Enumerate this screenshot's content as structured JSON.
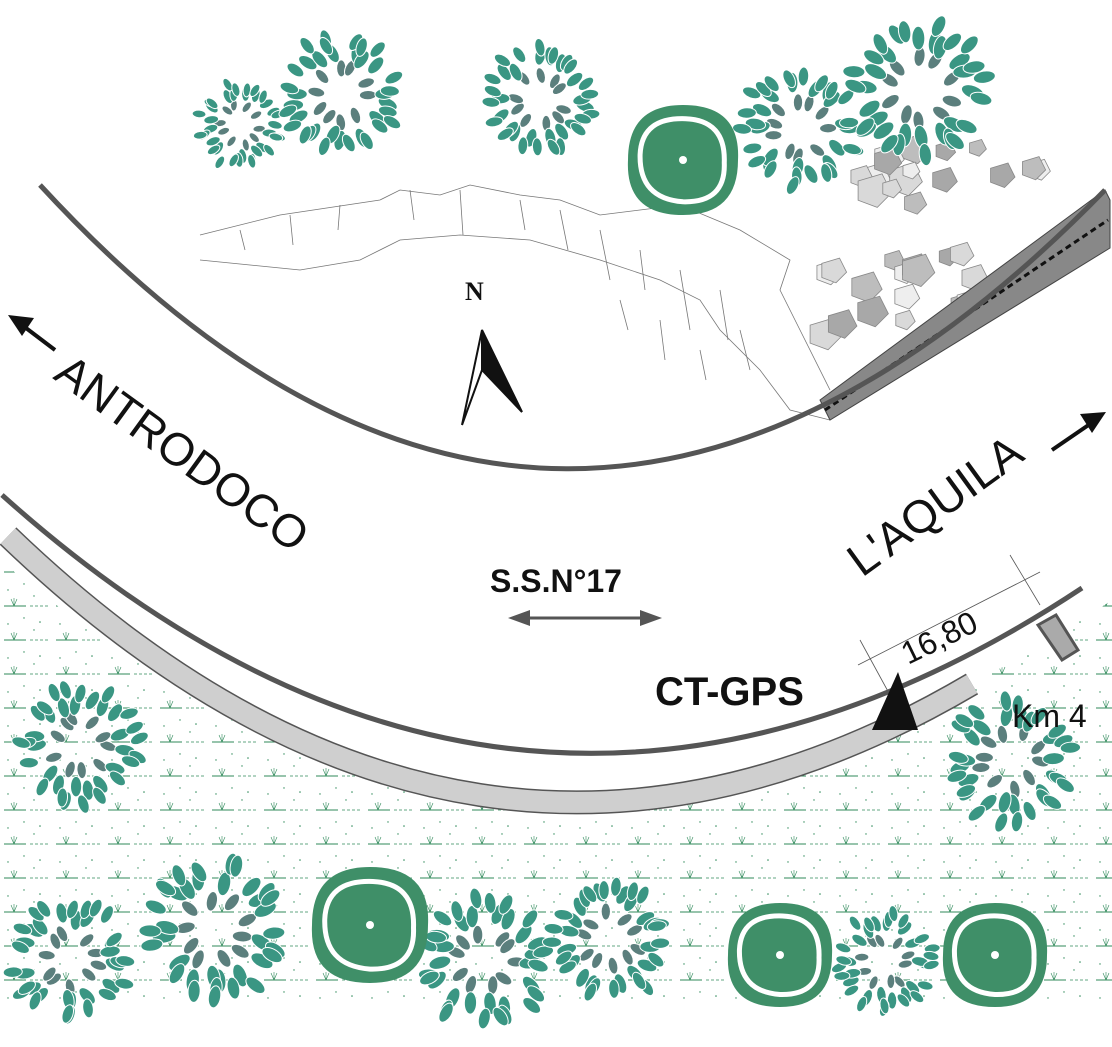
{
  "labels": {
    "north": "N",
    "west_destination": "ANTRODOCO",
    "east_destination": "L'AQUILA",
    "road_name": "S.S.N°17",
    "station": "CT-GPS",
    "distance": "16,80",
    "kilometer_marker": "Km 4"
  },
  "colors": {
    "tree_leaf": "#3a9683",
    "tree_leaf_dark": "#5b7f7d",
    "shrub": "#3f8f68",
    "road_line": "#555555",
    "strip": "#cfcfcf",
    "grass": "#2f8a5a"
  }
}
